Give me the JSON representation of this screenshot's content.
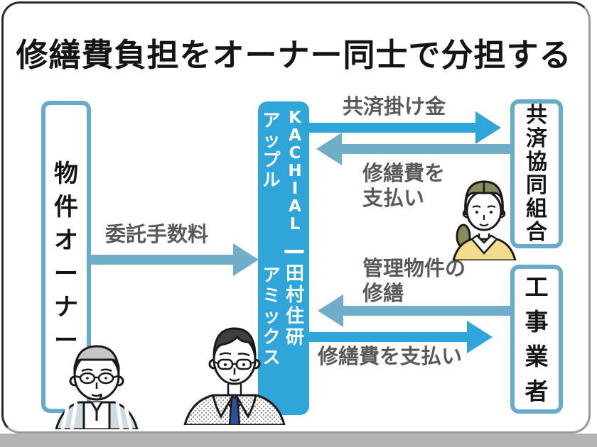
{
  "title": "修繕費負担をオーナー同士で分担する",
  "colors": {
    "accent_blue": "#2fa5da",
    "soft_blue": "#6fadc9",
    "box_border_blue": "#66aacc",
    "label_gray": "#595959"
  },
  "boxes": {
    "owner": {
      "label": "物件オーナー"
    },
    "center": {
      "brand": "KACHIAL",
      "brand_kana": "アップル",
      "partner": "田村住研",
      "partner_kana": "アミックス"
    },
    "coop": {
      "label": "共済協同組合"
    },
    "contractor": {
      "label": "工事業者"
    }
  },
  "arrows": [
    {
      "id": "consignment-fee",
      "label": "委託手数料",
      "direction": "right",
      "from": "owner",
      "to": "center"
    },
    {
      "id": "mutual-aid-premium",
      "label": "共済掛け金",
      "direction": "right",
      "from": "center",
      "to": "coop"
    },
    {
      "id": "pay-repair-cost-top",
      "label_lines": [
        "修繕費を",
        "支払い"
      ],
      "direction": "left",
      "from": "coop",
      "to": "center"
    },
    {
      "id": "managed-property-repair",
      "label_lines": [
        "管理物件の",
        "修繕"
      ],
      "direction": "left",
      "from": "contractor",
      "to": "center"
    },
    {
      "id": "pay-repair-cost-bottom",
      "label": "修繕費を支払い",
      "direction": "right",
      "from": "center",
      "to": "contractor"
    }
  ],
  "people": {
    "owner_person": "elderly-man-glasses",
    "agent_person": "businessman-glasses-suit",
    "coop_person": "woman-yellow-jacket"
  }
}
